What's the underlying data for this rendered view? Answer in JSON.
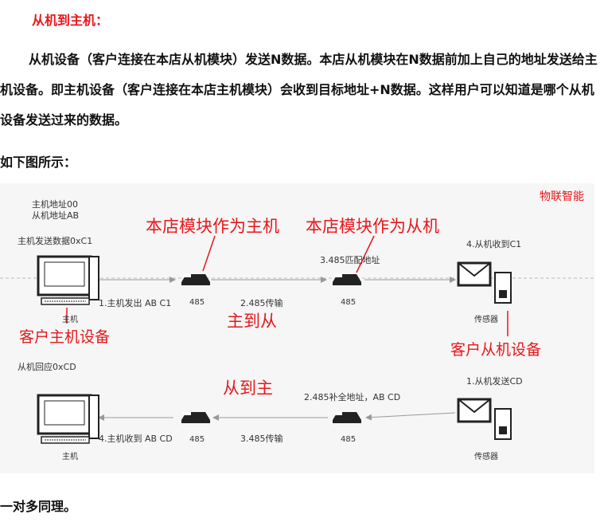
{
  "heading": "从机到主机：",
  "paragraph": "从机设备（客户连接在本店从机模块）发送N数据。本店从机模块在N数据前加上自己的地址发送给主机设备。即主机设备（客户连接在本店主机模块）会收到目标地址+N数据。这样用户可以知道是哪个从机设备发送过来的数据。",
  "intro": "如下图所示：",
  "footer": "一对多同理。",
  "figure": {
    "brand": "物联智能",
    "top": {
      "host_addr": "主机地址00",
      "slave_addr": "从机地址AB",
      "host_send": "主机发送数据0xC1",
      "step1": "1.主机发出 AB C1",
      "module_a": "485",
      "step2": "2.485传输",
      "module_b": "485",
      "step3": "3.485匹配地址",
      "step4": "4.从机收到C1",
      "host_caption": "主机",
      "sensor_caption": "传感器",
      "callout_master": "本店模块作为主机",
      "callout_slave": "本店模块作为从机",
      "direction": "主到从",
      "customer_host": "客户主机设备",
      "customer_slave": "客户从机设备"
    },
    "bottom": {
      "slave_reply": "从机回应0xCD",
      "step1": "1.从机发送CD",
      "step2": "2.485补全地址，AB CD",
      "step3": "3.485传输",
      "step4": "4.主机收到 AB CD",
      "module_a": "485",
      "module_b": "485",
      "host_caption": "主机",
      "sensor_caption": "传感器",
      "direction": "从到主"
    }
  }
}
